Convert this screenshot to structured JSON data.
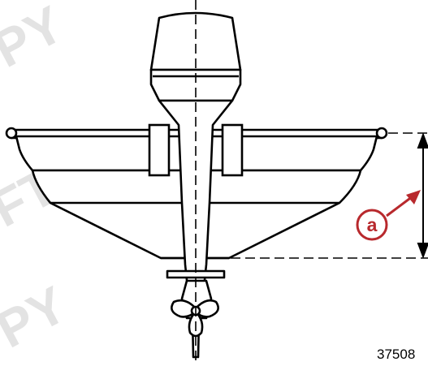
{
  "figure": {
    "callout_label": "a",
    "figure_number": "37508",
    "watermark_text": "DRAFT COPY"
  },
  "colors": {
    "line": "#000000",
    "callout_red": "#b8292d",
    "watermark": "#e3e3e3",
    "background": "#ffffff"
  }
}
